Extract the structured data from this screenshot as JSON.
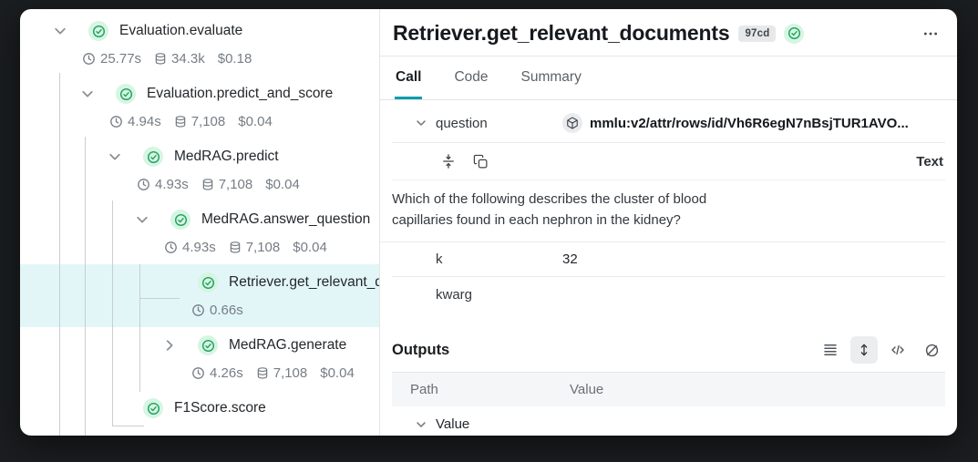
{
  "colors": {
    "accent_teal": "#0e9cad",
    "success_green": "#1fa05f",
    "success_chip_bg": "#d6f5e2",
    "selected_row_bg": "#e2f6f7",
    "table_header_bg": "#f5f6f7"
  },
  "trace_tree": {
    "nodes": [
      {
        "label": "Evaluation.evaluate",
        "level": 0,
        "chevron": "down",
        "status": "success",
        "time": "25.77s",
        "tokens": "34.3k",
        "cost": "$0.18",
        "selected": false
      },
      {
        "label": "Evaluation.predict_and_score",
        "level": 1,
        "chevron": "down",
        "status": "success",
        "time": "4.94s",
        "tokens": "7,108",
        "cost": "$0.04",
        "selected": false
      },
      {
        "label": "MedRAG.predict",
        "level": 2,
        "chevron": "down",
        "status": "success",
        "time": "4.93s",
        "tokens": "7,108",
        "cost": "$0.04",
        "selected": false
      },
      {
        "label": "MedRAG.answer_question",
        "level": 3,
        "chevron": "down",
        "status": "success",
        "time": "4.93s",
        "tokens": "7,108",
        "cost": "$0.04",
        "selected": false
      },
      {
        "label": "Retriever.get_relevant_documents",
        "level": 4,
        "chevron": "none",
        "status": "success",
        "time": "0.66s",
        "tokens": "",
        "cost": "",
        "selected": true
      },
      {
        "label": "MedRAG.generate",
        "level": 4,
        "chevron": "right",
        "status": "success",
        "time": "4.26s",
        "tokens": "7,108",
        "cost": "$0.04",
        "selected": false
      },
      {
        "label": "F1Score.score",
        "level": 2,
        "chevron": "none",
        "status": "success",
        "time": "",
        "tokens": "",
        "cost": "",
        "selected": false
      }
    ]
  },
  "detail": {
    "title": "Retriever.get_relevant_documents",
    "badge": "97cd",
    "status_icon": "check-circle-icon",
    "menu_icon": "three-dots-icon",
    "tabs": [
      {
        "label": "Call",
        "active": true
      },
      {
        "label": "Code",
        "active": false
      },
      {
        "label": "Summary",
        "active": false
      }
    ],
    "inputs": {
      "question_key": "question",
      "question_ref_icon": "cube-icon",
      "question_ref": "mmlu:v2/attr/rows/id/Vh6R6egN7nBsjTUR1AVO...",
      "toolbar_icons": [
        "collapse-vertical-icon",
        "copy-icon"
      ],
      "value_type_label": "Text",
      "question_text": "Which of the following describes the cluster of blood capillaries found in each nephron in the kidney?",
      "k_key": "k",
      "k_value": "32",
      "kwarg_key": "kwarg",
      "kwarg_value": ""
    },
    "outputs": {
      "heading": "Outputs",
      "toolbar_icons": [
        "rows-icon",
        "expand-vertical-icon",
        "code-icon",
        "hide-icon"
      ],
      "columns": [
        "Path",
        "Value"
      ],
      "rows": [
        {
          "path": "Value"
        }
      ]
    }
  }
}
